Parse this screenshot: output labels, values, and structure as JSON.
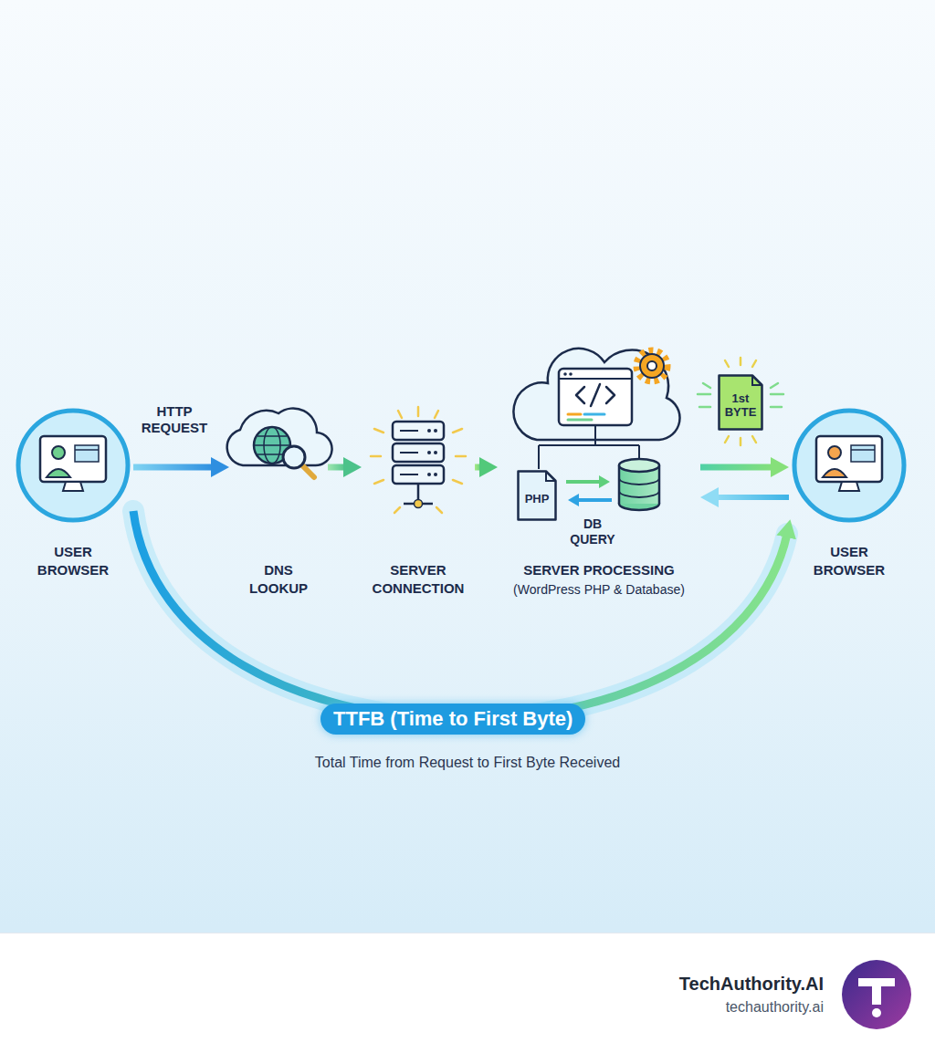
{
  "diagram": {
    "nodes": [
      {
        "text": [
          "USER BROWSER"
        ]
      },
      {
        "text": [
          "DNS LOOKUP"
        ]
      },
      {
        "text": [
          "SERVER CONNECTION"
        ]
      },
      {
        "text": [
          "SERVER PROCESSING",
          "(WordPress PHP & Database)"
        ]
      },
      {
        "text": [
          "PHP"
        ],
        "in": 3
      },
      {
        "text": [
          "1st BYTE"
        ]
      },
      {
        "text": [
          "USER BROWSER"
        ]
      }
    ],
    "edges": [
      {
        "from": 0,
        "to": 1,
        "label": "HTTP REQUEST",
        "arrow": "to"
      },
      {
        "from": 1,
        "to": 2,
        "arrow": "to"
      },
      {
        "from": 2,
        "to": 3,
        "arrow": "to"
      },
      {
        "from": 3,
        "to": 6,
        "arrow": "to"
      },
      {
        "from": 6,
        "to": 3,
        "arrow": "to"
      },
      {
        "from": 0,
        "to": 6,
        "label": "TTFB (Time to First Byte)",
        "arrow": "to"
      }
    ],
    "labels": [
      "DB QUERY",
      "Total Time from Request to First Byte Received",
      "TechAuthority.AI",
      "techauthority.ai"
    ]
  }
}
